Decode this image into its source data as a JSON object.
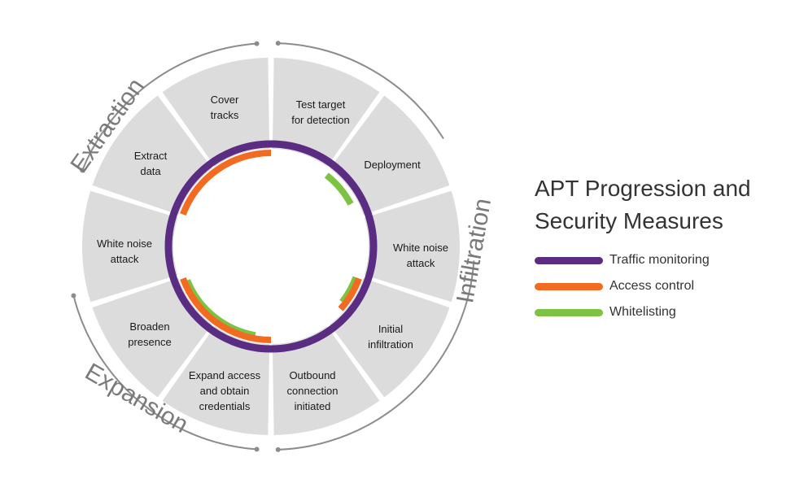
{
  "title": "APT Progression and\nSecurity Measures",
  "segments": [
    {
      "label": "Test target\nfor detection"
    },
    {
      "label": "Deployment"
    },
    {
      "label": "White noise\nattack"
    },
    {
      "label": "Initial\ninfiltration"
    },
    {
      "label": "Outbound\nconnection\ninitiated"
    },
    {
      "label": "Expand access\nand obtain\ncredentials"
    },
    {
      "label": "Broaden\npresence"
    },
    {
      "label": "White noise\nattack"
    },
    {
      "label": "Extract\ndata"
    },
    {
      "label": "Cover\ntracks"
    }
  ],
  "phases": [
    {
      "name": "Infiltration"
    },
    {
      "name": "Expansion"
    },
    {
      "name": "Extraction"
    }
  ],
  "legend": [
    {
      "label": "Traffic monitoring",
      "color": "#5b2d82"
    },
    {
      "label": "Access control",
      "color": "#f26b21"
    },
    {
      "label": "Whitelisting",
      "color": "#7dc242"
    }
  ],
  "colors": {
    "segment_fill": "#dcdcdc",
    "phase_arc": "#8c8c8c",
    "traffic": "#5b2d82",
    "access": "#f26b21",
    "whitelist": "#7dc242"
  }
}
